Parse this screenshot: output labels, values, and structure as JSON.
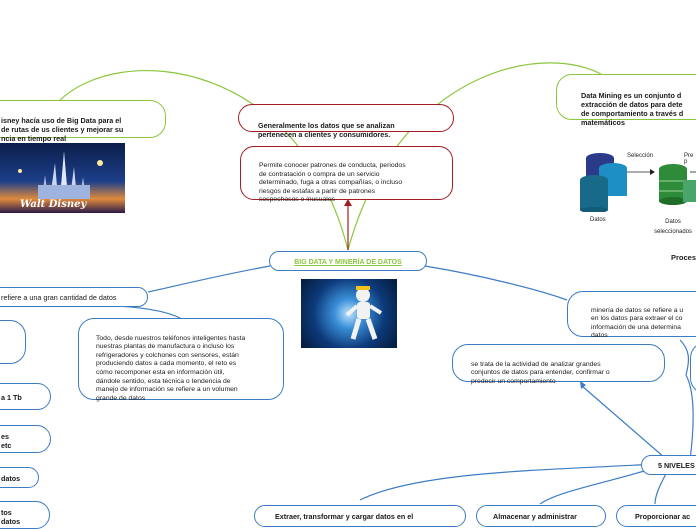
{
  "central": {
    "title": "BIG DATA Y MINERÍA DE DATOS"
  },
  "top_left": {
    "text": "isney hacía uso de Big Data para el\n de rutas de us clientes y mejorar su\nncia en tiempo real"
  },
  "disney_logo_text": "Walt Disney",
  "top_center": {
    "title": "Generalmente los datos que se analizan\npertenecen a clientes y consumidores."
  },
  "patterns": {
    "text": "Permite conocer patrones de conducta, periodos\nde contratación o compra de un servicio\ndeterminado, fuga a otras compañías, o incluso\nriesgos de estafas a partir de patrones\nsospechosos o inusuales"
  },
  "top_right": {
    "text": "Data Mining es un conjunto d\nextracción de datos para dete\nde comportamiento a través d\nmatemáticos"
  },
  "process": {
    "seleccion": "Selección",
    "pre": "Pre p",
    "datos": "Datos",
    "datos_sel": "Datos\nseleccionados",
    "proces": "Proces"
  },
  "left_gran": {
    "text": "refiere a una gran cantidad de datos"
  },
  "left_todo": {
    "text": "Todo, desde nuestros teléfonos inteligentes hasta\nnuestras plantas de manufactura o incluso los\nrefrigeradores y colchones con sensores, están\nproduciendo datos a cada momento, el reto es\ncómo recomponer esta en información útil,\ndándole sentido, esta técnica o tendencia de\nmanejo de información se refiere a un volumen\ngrande de datos"
  },
  "left_items": [
    {
      "text": ""
    },
    {
      "text": "a 1 Tb"
    },
    {
      "text": "es\netc"
    },
    {
      "text": "datos"
    },
    {
      "text": "tos\n datos"
    }
  ],
  "right_mineria": {
    "text": "minería de datos se refiere a u\nen los datos para extraer el co\ninformación de una determina\ndatos"
  },
  "right_activity": {
    "text": "se trata de la actividad de analizar grandes\nconjuntos de datos para entender, confirmar o\npredecir un comportamiento"
  },
  "niveles": {
    "title": "5 NIVELES"
  },
  "bottom": [
    {
      "text": "Extraer, transformar y cargar datos en el"
    },
    {
      "text": "Almacenar y administrar"
    },
    {
      "text": "Proporcionar ac"
    }
  ]
}
